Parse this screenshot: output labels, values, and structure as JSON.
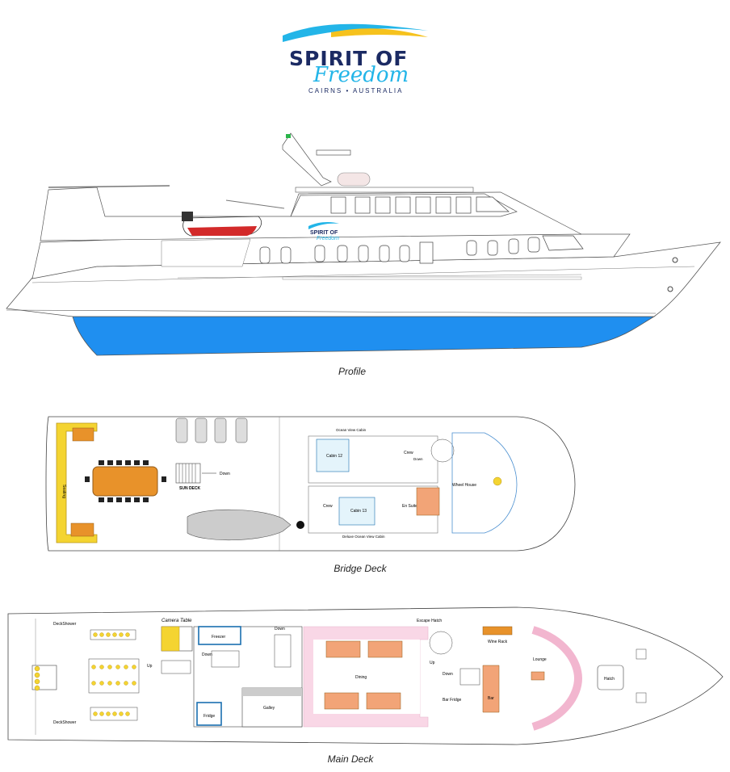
{
  "logo": {
    "line1": "SPIRIT OF",
    "line2": "Freedom",
    "place": "CAIRNS • AUSTRALIA"
  },
  "profile": {
    "caption": "Profile"
  },
  "bridge": {
    "caption": "Bridge Deck",
    "labels": {
      "sun_deck": "SUN DECK",
      "down": "Down",
      "seating": "Seating",
      "ocean_view": "Ocean View Cabin",
      "cabin12": "Cabin 12",
      "crew": "Crew",
      "down2": "Down",
      "wheel_house": "Wheel House",
      "cabin13": "Cabin 13",
      "ensuite": "En Suite",
      "crew2": "Crew",
      "deluxe": "Deluxe Ocean View Cabin"
    }
  },
  "main": {
    "caption": "Main Deck",
    "labels": {
      "deck_shower_top": "DeckShower",
      "deck_shower_bottom": "DeckShower",
      "camera_table": "Camera Table",
      "freezer": "Freezer",
      "fridge": "Fridge",
      "galley": "Galley",
      "down_stairs": "Down",
      "down_a": "Down",
      "up": "Up",
      "dining": "Dining",
      "escape_hatch": "Escape Hatch",
      "up2": "Up",
      "down_b": "Down",
      "wine_rack": "Wine Rack",
      "lounge": "Lounge",
      "bar_fridge": "Bar Fridge",
      "bar": "Bar",
      "hatch": "Hatch"
    }
  },
  "colors": {
    "hull_blue": "#1f8ff0",
    "logo_navy": "#1b2a63",
    "logo_cyan": "#23b5e8",
    "logo_yellow": "#f6c21d",
    "table_orange": "#e8922a",
    "dining_orange": "#f2a477",
    "dining_floor": "#f9d7e6",
    "fixture_blue": "#1a6fb0",
    "cushion_yellow": "#f4d431"
  }
}
